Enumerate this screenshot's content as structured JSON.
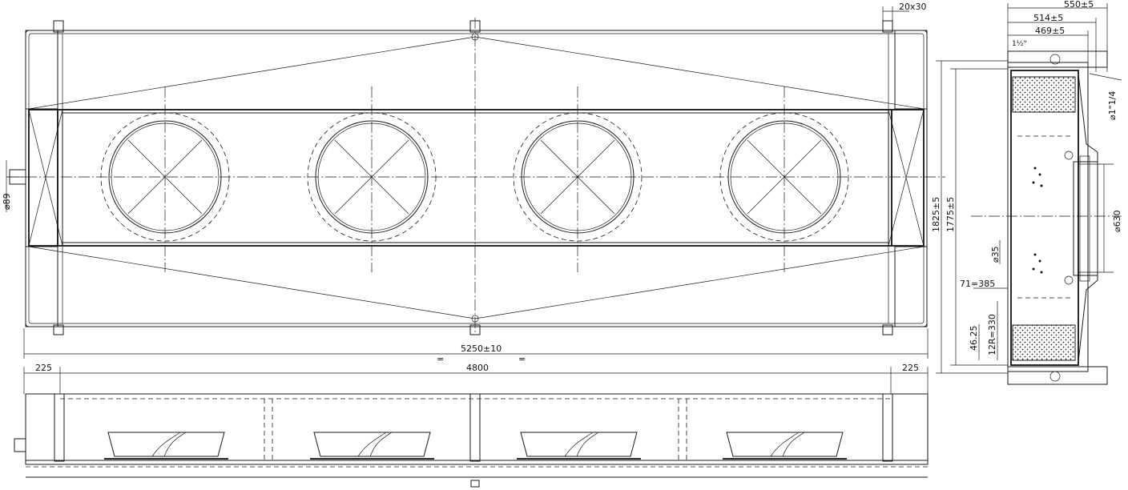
{
  "dimensions": {
    "total_length": "5250±10",
    "fan_span": "4800",
    "left_overhang": "225",
    "right_overhang": "225",
    "bracket_size": "20x30",
    "pipe_diameter_left": "⌀89",
    "symmetry_mark": "=",
    "side_width_1": "550±5",
    "side_width_2": "514±5",
    "side_width_3": "469±5",
    "small_stack": "1½\"",
    "outer_height": "1825±5",
    "inner_height": "1775±5",
    "connection": "⌀1\"1/4",
    "fan_diameter": "⌀630",
    "drain_diameter": "⌀35",
    "tube_spec_1": "71=385",
    "tube_spec_2": "12R=330",
    "tube_pitch": "46.25"
  },
  "fans": [
    {
      "id": 1
    },
    {
      "id": 2
    },
    {
      "id": 3
    },
    {
      "id": 4
    }
  ]
}
